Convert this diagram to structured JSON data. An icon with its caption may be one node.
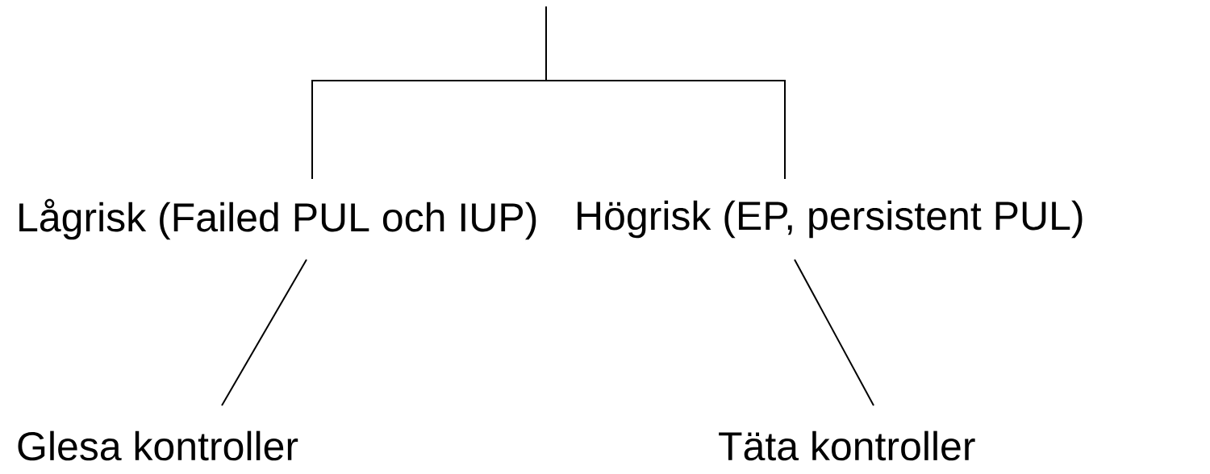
{
  "diagram": {
    "nodes": [
      {
        "text": [
          "Lågrisk (Failed PUL och IUP)"
        ]
      },
      {
        "text": [
          "Högrisk (EP, persistent PUL)"
        ]
      },
      {
        "text": [
          "Glesa kontroller"
        ]
      },
      {
        "text": [
          "Täta kontroller"
        ]
      }
    ],
    "edges": [
      {
        "from": null,
        "to": 0,
        "arrow": "none"
      },
      {
        "from": null,
        "to": 1,
        "arrow": "none"
      },
      {
        "from": 0,
        "to": 2,
        "arrow": "none"
      },
      {
        "from": 1,
        "to": 3,
        "arrow": "none"
      }
    ]
  }
}
